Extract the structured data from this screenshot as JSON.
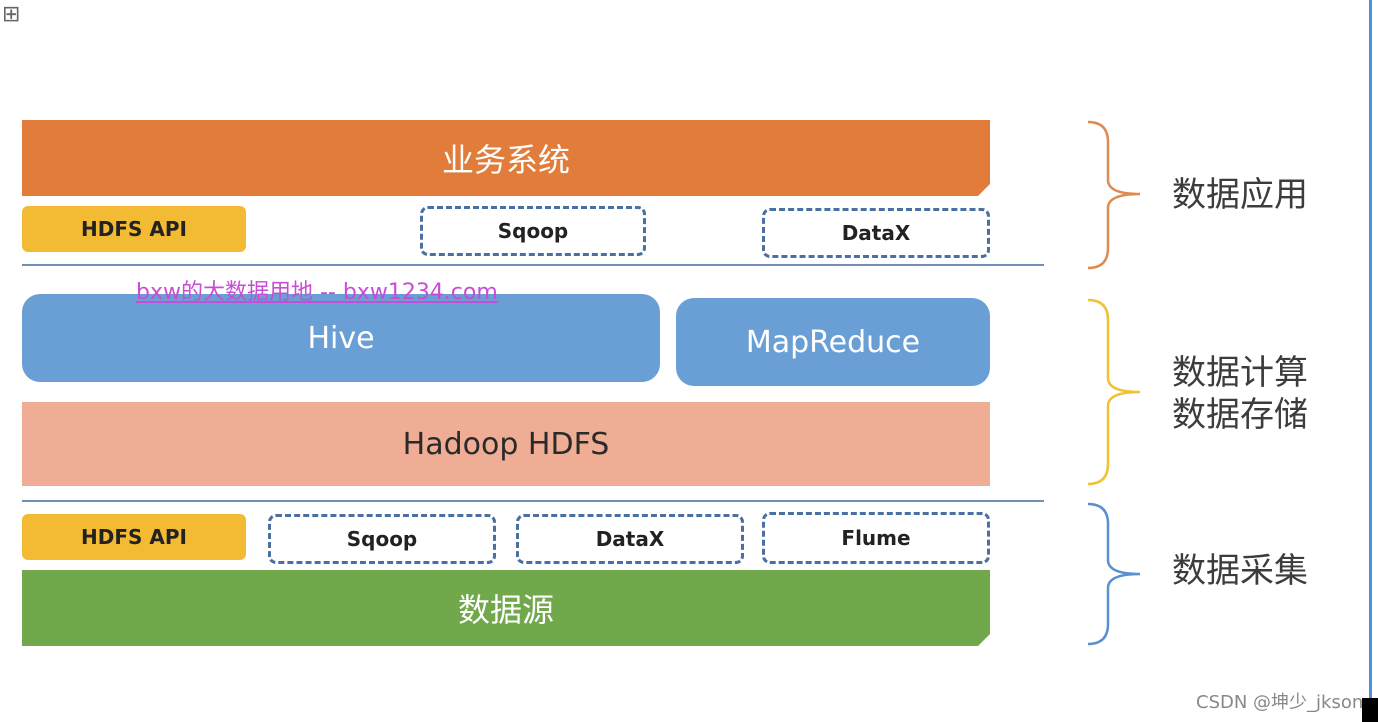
{
  "layers": {
    "business": "业务系统",
    "app_row": {
      "api": "HDFS API",
      "tool1": "Sqoop",
      "tool2": "DataX"
    },
    "hive": "Hive",
    "mapreduce": "MapReduce",
    "hdfs": "Hadoop HDFS",
    "collect_row": {
      "api": "HDFS API",
      "tool1": "Sqoop",
      "tool2": "DataX",
      "tool3": "Flume"
    },
    "source": "数据源"
  },
  "watermark": "bxw的大数据用地 -- bxw1234.com",
  "brace_labels": {
    "application": "数据应用",
    "compute": "数据计算",
    "storage": "数据存储",
    "collection": "数据采集"
  },
  "brace_colors": {
    "application": "#e08a4f",
    "compute_storage": "#f2c033",
    "collection": "#5b8fd0"
  },
  "footer": "CSDN @坤少_jkson"
}
